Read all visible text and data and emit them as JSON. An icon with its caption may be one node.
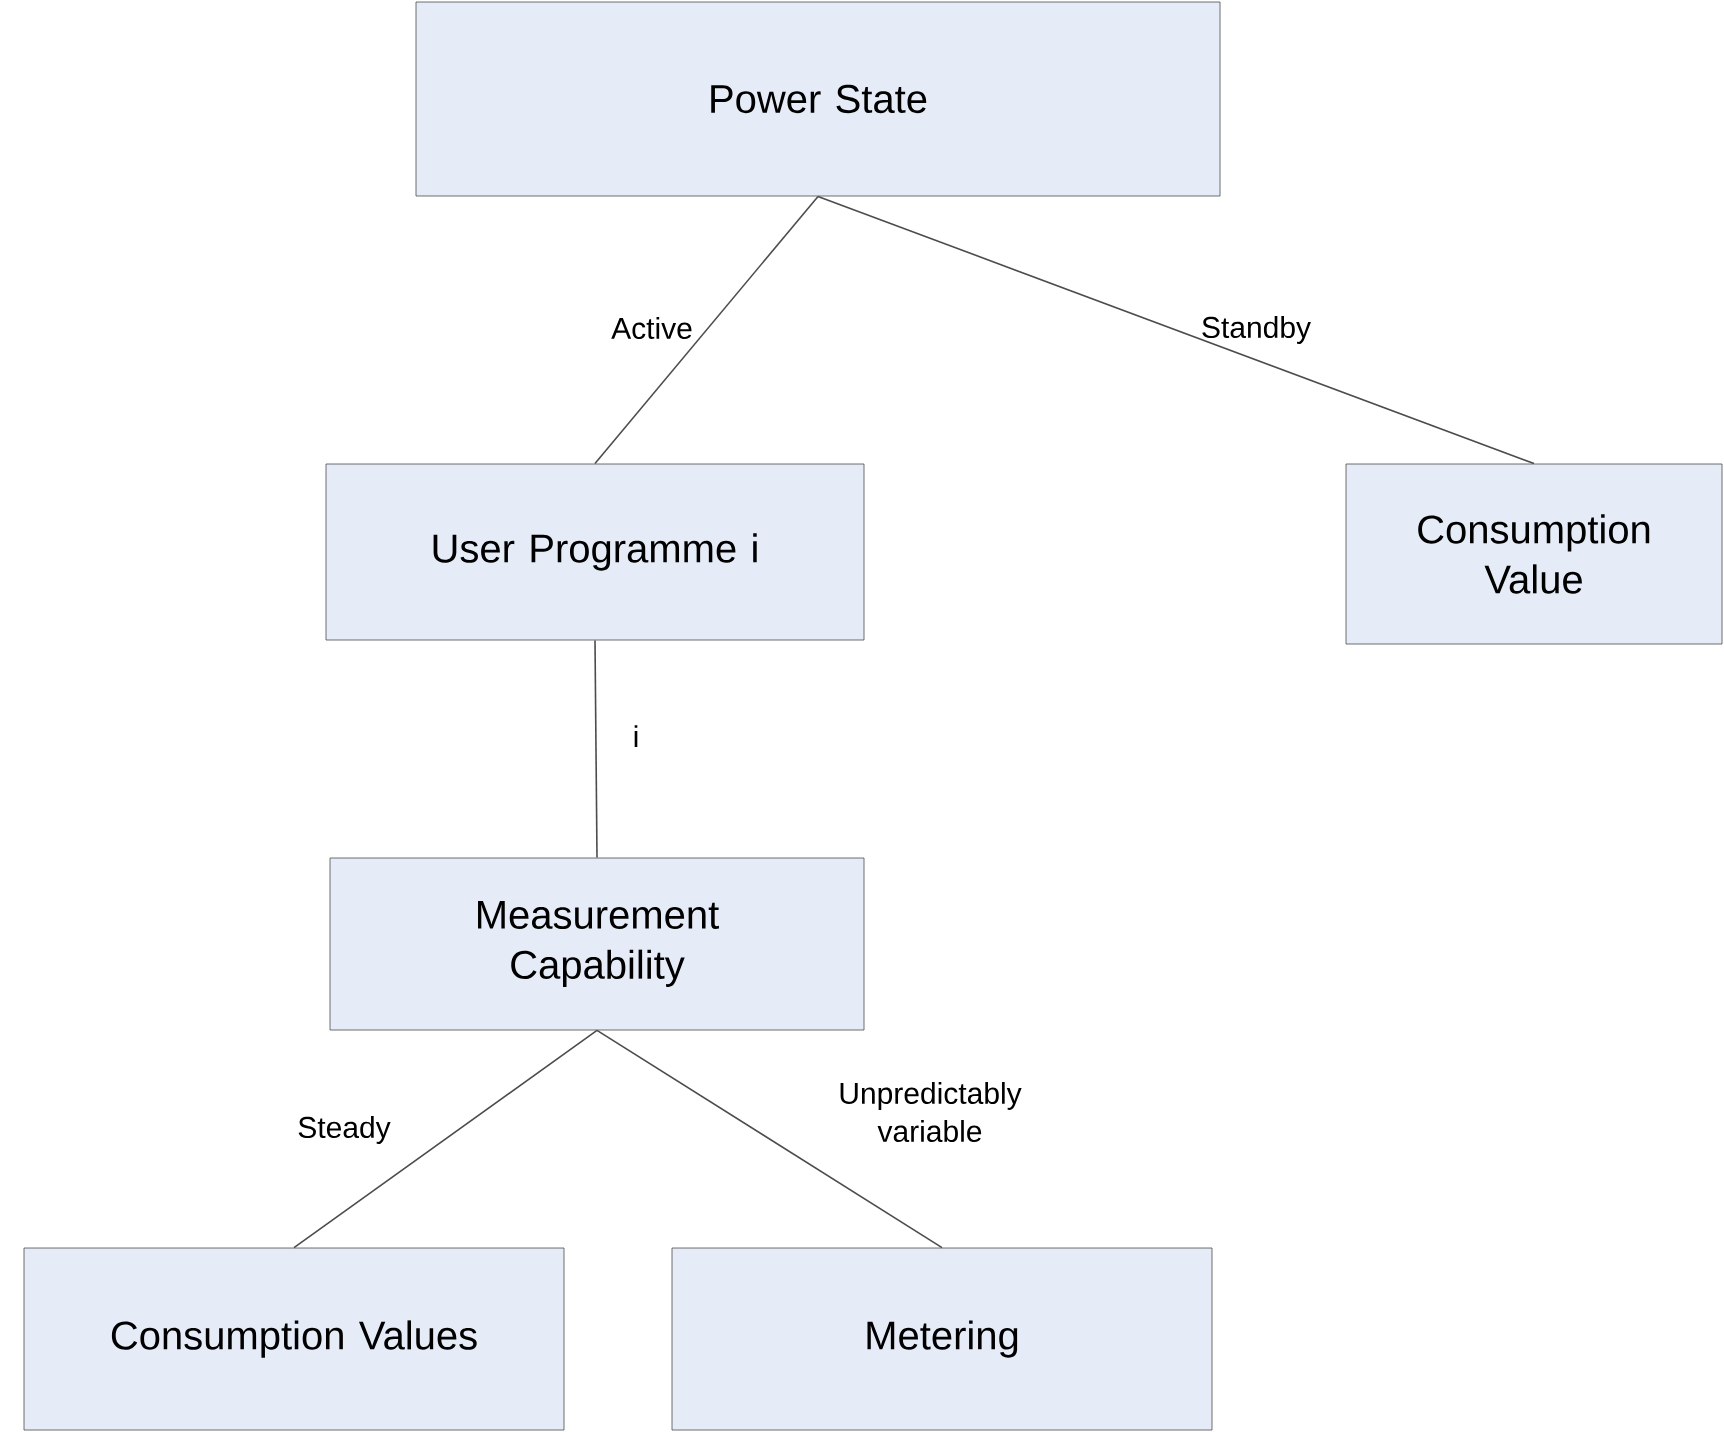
{
  "diagram": {
    "nodes": [
      {
        "text": [
          "Power State"
        ]
      },
      {
        "text": [
          "User Programme i"
        ]
      },
      {
        "text": [
          "Consumption Value"
        ]
      },
      {
        "text": [
          "Measurement Capability"
        ]
      },
      {
        "text": [
          "Consumption Values"
        ]
      },
      {
        "text": [
          "Metering"
        ]
      }
    ],
    "edges": [
      {
        "from": 0,
        "to": 1,
        "arrow": "none",
        "label": "Active"
      },
      {
        "from": 0,
        "to": 2,
        "arrow": "none",
        "label": "Standby"
      },
      {
        "from": 1,
        "to": 3,
        "arrow": "none",
        "label": "i"
      },
      {
        "from": 3,
        "to": 4,
        "arrow": "none",
        "label": "Steady"
      },
      {
        "from": 3,
        "to": 5,
        "arrow": "none",
        "label": "Unpredictably variable"
      }
    ]
  }
}
